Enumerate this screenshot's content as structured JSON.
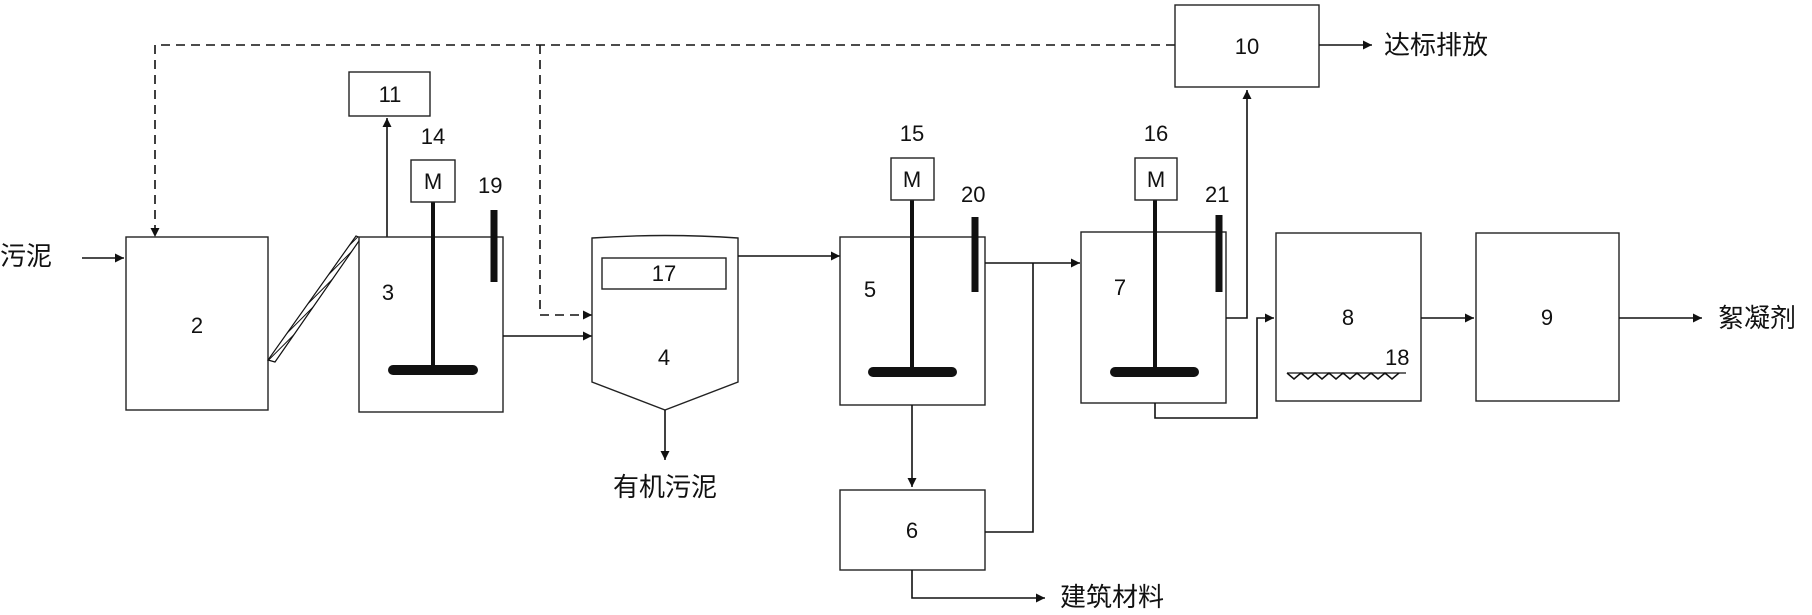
{
  "units": [
    {
      "id": "2",
      "label": "2"
    },
    {
      "id": "3",
      "label": "3"
    },
    {
      "id": "4",
      "label": "4"
    },
    {
      "id": "5",
      "label": "5"
    },
    {
      "id": "6",
      "label": "6"
    },
    {
      "id": "7",
      "label": "7"
    },
    {
      "id": "8",
      "label": "8"
    },
    {
      "id": "9",
      "label": "9"
    },
    {
      "id": "10",
      "label": "10"
    },
    {
      "id": "11",
      "label": "11"
    },
    {
      "id": "17",
      "label": "17"
    }
  ],
  "motors": [
    {
      "number": "14",
      "symbol": "M"
    },
    {
      "number": "15",
      "symbol": "M"
    },
    {
      "number": "16",
      "symbol": "M"
    }
  ],
  "probes": [
    {
      "number": "19"
    },
    {
      "number": "20"
    },
    {
      "number": "21"
    }
  ],
  "aerator_label": "18",
  "io_labels": {
    "sludge_input": "污泥",
    "organic_sludge": "有机污泥",
    "building_material": "建筑材料",
    "discharge": "达标排放",
    "flocculant": "絮凝剂"
  }
}
